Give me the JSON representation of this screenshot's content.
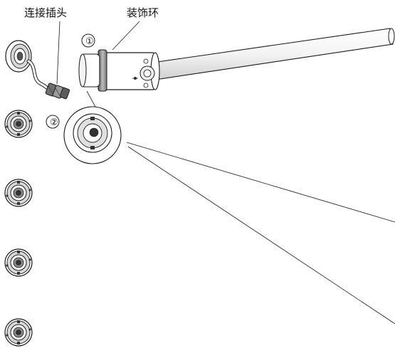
{
  "labels": {
    "connector_plug": "连接插头",
    "decorative_ring": "装饰环"
  },
  "step_markers": {
    "step1": "①",
    "step2": "②"
  },
  "colors": {
    "line": "#1a1a1a",
    "shade": "#9a9a9a",
    "background": "#ffffff"
  }
}
